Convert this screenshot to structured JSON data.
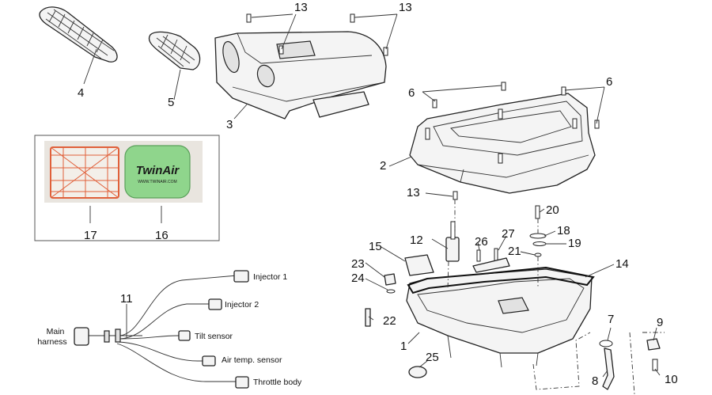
{
  "callouts": {
    "n1": "1",
    "n2": "2",
    "n3": "3",
    "n4": "4",
    "n5": "5",
    "n6a": "6",
    "n6b": "6",
    "n7": "7",
    "n8": "8",
    "n9": "9",
    "n10": "10",
    "n11": "11",
    "n12": "12",
    "n13a": "13",
    "n13b": "13",
    "n13c": "13",
    "n14": "14",
    "n15": "15",
    "n16": "16",
    "n17": "17",
    "n18": "18",
    "n19": "19",
    "n20": "20",
    "n21": "21",
    "n22": "22",
    "n23": "23",
    "n24": "24",
    "n25": "25",
    "n26": "26",
    "n27": "27"
  },
  "harness": {
    "main": "Main harness",
    "injector1": "Injector 1",
    "injector2": "Injector 2",
    "tilt": "Tilt sensor",
    "air_temp": "Air temp. sensor",
    "throttle": "Throttle body"
  },
  "filter_brand": "TwinAir",
  "filter_brand_small": "WWW.TWINAIR.COM",
  "colors": {
    "filter_green": "#8fd58c",
    "filter_orange": "#e0603a",
    "photo_bg": "#e9e5df"
  }
}
